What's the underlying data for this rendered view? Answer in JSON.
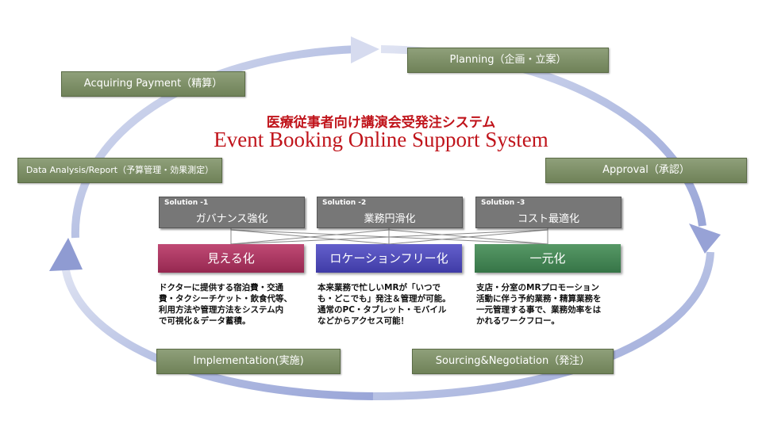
{
  "title": {
    "jp": "医療従事者向け講演会受発注システム",
    "en": "Event Booking Online Support System"
  },
  "stages": {
    "planning": "Planning（企画・立案）",
    "approval": "Approval（承認）",
    "sourcing": "Sourcing&Negotiation（発注）",
    "implementation": "Implementation(実施)",
    "analysis": "Data Analysis/Report（予算管理・効果測定）",
    "payment": "Acquiring Payment（精算）"
  },
  "solutions": [
    {
      "tag": "Solution -1",
      "name": "ガバナンス強化"
    },
    {
      "tag": "Solution -2",
      "name": "業務円滑化"
    },
    {
      "tag": "Solution -3",
      "name": "コスト最適化"
    }
  ],
  "features": [
    {
      "label": "見える化",
      "color": "#a8305a",
      "lines": [
        "ドクターに提供する宿泊費・交通",
        "費・タクシーチケット・飲食代等、",
        "利用方法や管理方法をシステム内",
        "で可視化＆データ蓄積。"
      ]
    },
    {
      "label": "ロケーションフリー化",
      "color": "#4a46b4",
      "lines": [
        "本来業務で忙しいMRが「いつで",
        "も・どこでも」発注＆管理が可能。",
        "通常のPC・タブレット・モバイル",
        "などからアクセス可能！"
      ]
    },
    {
      "label": "一元化",
      "color": "#3f8150",
      "lines": [
        "支店・分室のMRプロモーション",
        "活動に伴う予約業務・精算業務を",
        "一元管理する事で、業務効率をは",
        "かれるワークフロー。"
      ]
    }
  ],
  "colors": {
    "stage_box": "#7b8c64",
    "title_red": "#c0141b",
    "cycle_arrow": "#aab4dc",
    "solution_box": "#777777"
  }
}
